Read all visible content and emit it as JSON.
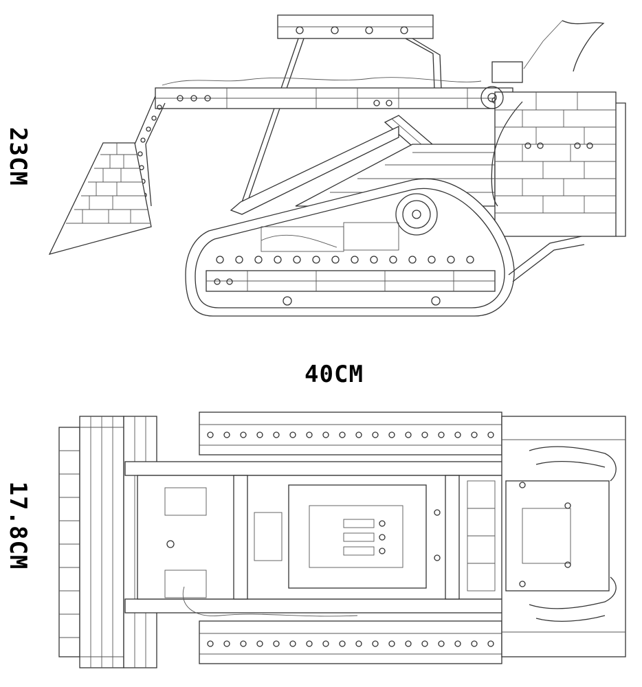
{
  "dimensions": {
    "height_label": "23CM",
    "length_label": "40CM",
    "width_label": "17.8CM"
  },
  "colors": {
    "line": "#333333",
    "background": "#ffffff"
  }
}
